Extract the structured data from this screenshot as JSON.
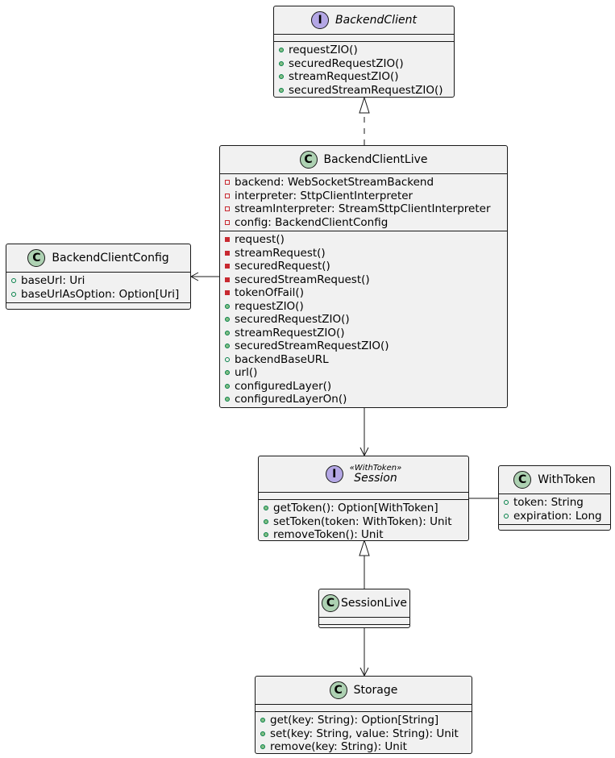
{
  "classes": {
    "backend_client": {
      "kind": "I",
      "name": "BackendClient",
      "methods": [
        "requestZIO()",
        "securedRequestZIO()",
        "streamRequestZIO()",
        "securedStreamRequestZIO()"
      ]
    },
    "backend_client_live": {
      "kind": "C",
      "name": "BackendClientLive",
      "fields": [
        "backend: WebSocketStreamBackend",
        "interpreter: SttpClientInterpreter",
        "streamInterpreter: StreamSttpClientInterpreter",
        "config: BackendClientConfig"
      ],
      "private_methods": [
        "request()",
        "streamRequest()",
        "securedRequest()",
        "securedStreamRequest()",
        "tokenOfFail()"
      ],
      "public_methods": [
        "requestZIO()",
        "securedRequestZIO()",
        "streamRequestZIO()",
        "securedStreamRequestZIO()",
        "backendBaseURL",
        "url()",
        "configuredLayer()",
        "configuredLayerOn()"
      ]
    },
    "backend_client_config": {
      "kind": "C",
      "name": "BackendClientConfig",
      "fields": [
        "baseUrl: Uri",
        "baseUrlAsOption: Option[Uri]"
      ]
    },
    "session": {
      "kind": "I",
      "name": "Session",
      "stereotype": "«WithToken»",
      "methods": [
        "getToken(): Option[WithToken]",
        "setToken(token: WithToken): Unit",
        "removeToken(): Unit"
      ]
    },
    "with_token": {
      "kind": "C",
      "name": "WithToken",
      "fields": [
        "token: String",
        "expiration: Long"
      ]
    },
    "session_live": {
      "kind": "C",
      "name": "SessionLive"
    },
    "storage": {
      "kind": "C",
      "name": "Storage",
      "methods": [
        "get(key: String): Option[String]",
        "set(key: String, value: String): Unit",
        "remove(key: String): Unit"
      ]
    }
  },
  "relations": [
    {
      "from": "BackendClientLive",
      "to": "BackendClient",
      "type": "realization"
    },
    {
      "from": "BackendClientLive",
      "to": "BackendClientConfig",
      "type": "association"
    },
    {
      "from": "BackendClientLive",
      "to": "Session",
      "type": "association"
    },
    {
      "from": "Session",
      "to": "WithToken",
      "type": "link"
    },
    {
      "from": "SessionLive",
      "to": "Session",
      "type": "generalization"
    },
    {
      "from": "SessionLive",
      "to": "Storage",
      "type": "association"
    }
  ],
  "colors": {
    "box_fill": "#f1f1f1",
    "border": "#181818",
    "class_badge": "#add1b2",
    "interface_badge": "#b4a7e5",
    "public_marker": "#038048",
    "private_marker": "#c82930"
  }
}
